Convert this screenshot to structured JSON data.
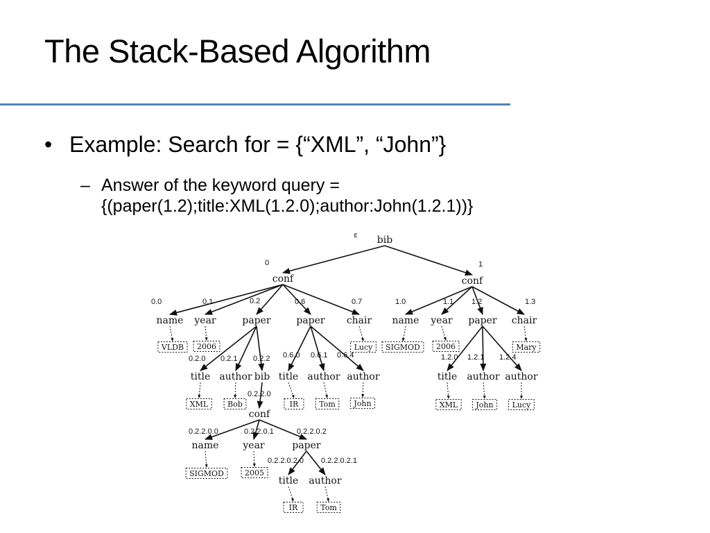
{
  "slide": {
    "title": "The Stack-Based Algorithm",
    "accent_color": "#4f81bd",
    "bullet": "Example: Search for = {“XML”, “John”}",
    "sub_bullet_dash": "–",
    "sub_bullet_lines": [
      "Answer of the keyword query =",
      "{(paper(1.2);title:XML(1.2.0);author:John(1.2.1))}"
    ]
  },
  "tree": {
    "root": {
      "label": "bib",
      "dewey": "ε"
    },
    "nodes": [
      {
        "id": "c0",
        "label": "conf",
        "dewey": "0",
        "parent": "root"
      },
      {
        "id": "c1",
        "label": "conf",
        "dewey": "1",
        "parent": "root"
      },
      {
        "id": "n00",
        "label": "name",
        "dewey": "0.0",
        "parent": "c0",
        "value": "VLDB"
      },
      {
        "id": "n01",
        "label": "year",
        "dewey": "0.1",
        "parent": "c0",
        "value": "2006"
      },
      {
        "id": "n02",
        "label": "paper",
        "dewey": "0.2",
        "parent": "c0"
      },
      {
        "id": "n06",
        "label": "paper",
        "dewey": "0.6",
        "parent": "c0"
      },
      {
        "id": "n07",
        "label": "chair",
        "dewey": "0.7",
        "parent": "c0",
        "value": "Lucy"
      },
      {
        "id": "n10",
        "label": "name",
        "dewey": "1.0",
        "parent": "c1",
        "value": "SIGMOD"
      },
      {
        "id": "n11",
        "label": "year",
        "dewey": "1.1",
        "parent": "c1",
        "value": "2006"
      },
      {
        "id": "n12",
        "label": "paper",
        "dewey": "1.2",
        "parent": "c1"
      },
      {
        "id": "n13",
        "label": "chair",
        "dewey": "1.3",
        "parent": "c1",
        "value": "Mary"
      },
      {
        "id": "n020",
        "label": "title",
        "dewey": "0.2.0",
        "parent": "n02",
        "value": "XML"
      },
      {
        "id": "n021",
        "label": "author",
        "dewey": "0.2.1",
        "parent": "n02",
        "value": "Bob"
      },
      {
        "id": "n022",
        "label": "bib",
        "dewey": "0.2.2",
        "parent": "n02"
      },
      {
        "id": "n060",
        "label": "title",
        "dewey": "0.6.0",
        "parent": "n06",
        "value": "IR"
      },
      {
        "id": "n061",
        "label": "author",
        "dewey": "0.6.1",
        "parent": "n06",
        "value": "Tom"
      },
      {
        "id": "n064",
        "label": "author",
        "dewey": "0.6.4",
        "parent": "n06",
        "value": "John"
      },
      {
        "id": "n120",
        "label": "title",
        "dewey": "1.2.0",
        "parent": "n12",
        "value": "XML"
      },
      {
        "id": "n121",
        "label": "author",
        "dewey": "1.2.1",
        "parent": "n12",
        "value": "John"
      },
      {
        "id": "n124",
        "label": "author",
        "dewey": "1.2.4",
        "parent": "n12",
        "value": "Lucy"
      },
      {
        "id": "n0220",
        "label": "conf",
        "dewey": "0.2.2.0",
        "parent": "n022"
      },
      {
        "id": "n02200",
        "label": "name",
        "dewey": "0.2.2.0.0",
        "parent": "n0220",
        "value": "SIGMOD"
      },
      {
        "id": "n02201",
        "label": "year",
        "dewey": "0.2.2.0.1",
        "parent": "n0220",
        "value": "2005"
      },
      {
        "id": "n02202",
        "label": "paper",
        "dewey": "0.2.2.0.2",
        "parent": "n0220"
      },
      {
        "id": "n022020",
        "label": "title",
        "dewey": "0.2.2.0.2.0",
        "parent": "n02202",
        "value": "IR"
      },
      {
        "id": "n022021",
        "label": "author",
        "dewey": "0.2.2.0.2.1",
        "parent": "n02202",
        "value": "Tom"
      }
    ]
  }
}
